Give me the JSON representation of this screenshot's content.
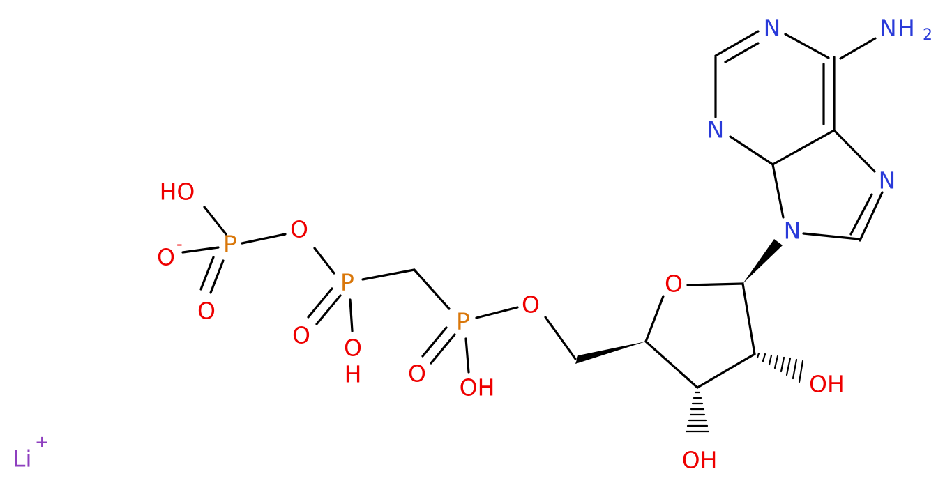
{
  "colors": {
    "bond": "#000000",
    "oxygen": "#ee0000",
    "nitrogen": "#2a3bd9",
    "phosphorus": "#d9770a",
    "lithium": "#8e3fbf",
    "background": "#ffffff"
  },
  "atoms": {
    "n_top": "N",
    "nh2_n": "N",
    "nh2_h": "H",
    "nh2_sub": "2",
    "n_left": "N",
    "n_im": "N",
    "n9": "N",
    "o_ring": "O",
    "oh_2p": "OH",
    "oh_3p": "OH",
    "o5p": "O",
    "p_alpha": "P",
    "pa_o_dbl": "O",
    "pa_oh": "OH",
    "p_beta": "P",
    "pb_o_dbl": "O",
    "pb_oh_o": "O",
    "pb_oh_h": "H",
    "o_bridge": "O",
    "p_gamma": "P",
    "pg_oh": "HO",
    "pg_o_minus": "O",
    "pg_minus": "-",
    "pg_o_dbl": "O",
    "li": "Li",
    "li_plus": "+"
  }
}
